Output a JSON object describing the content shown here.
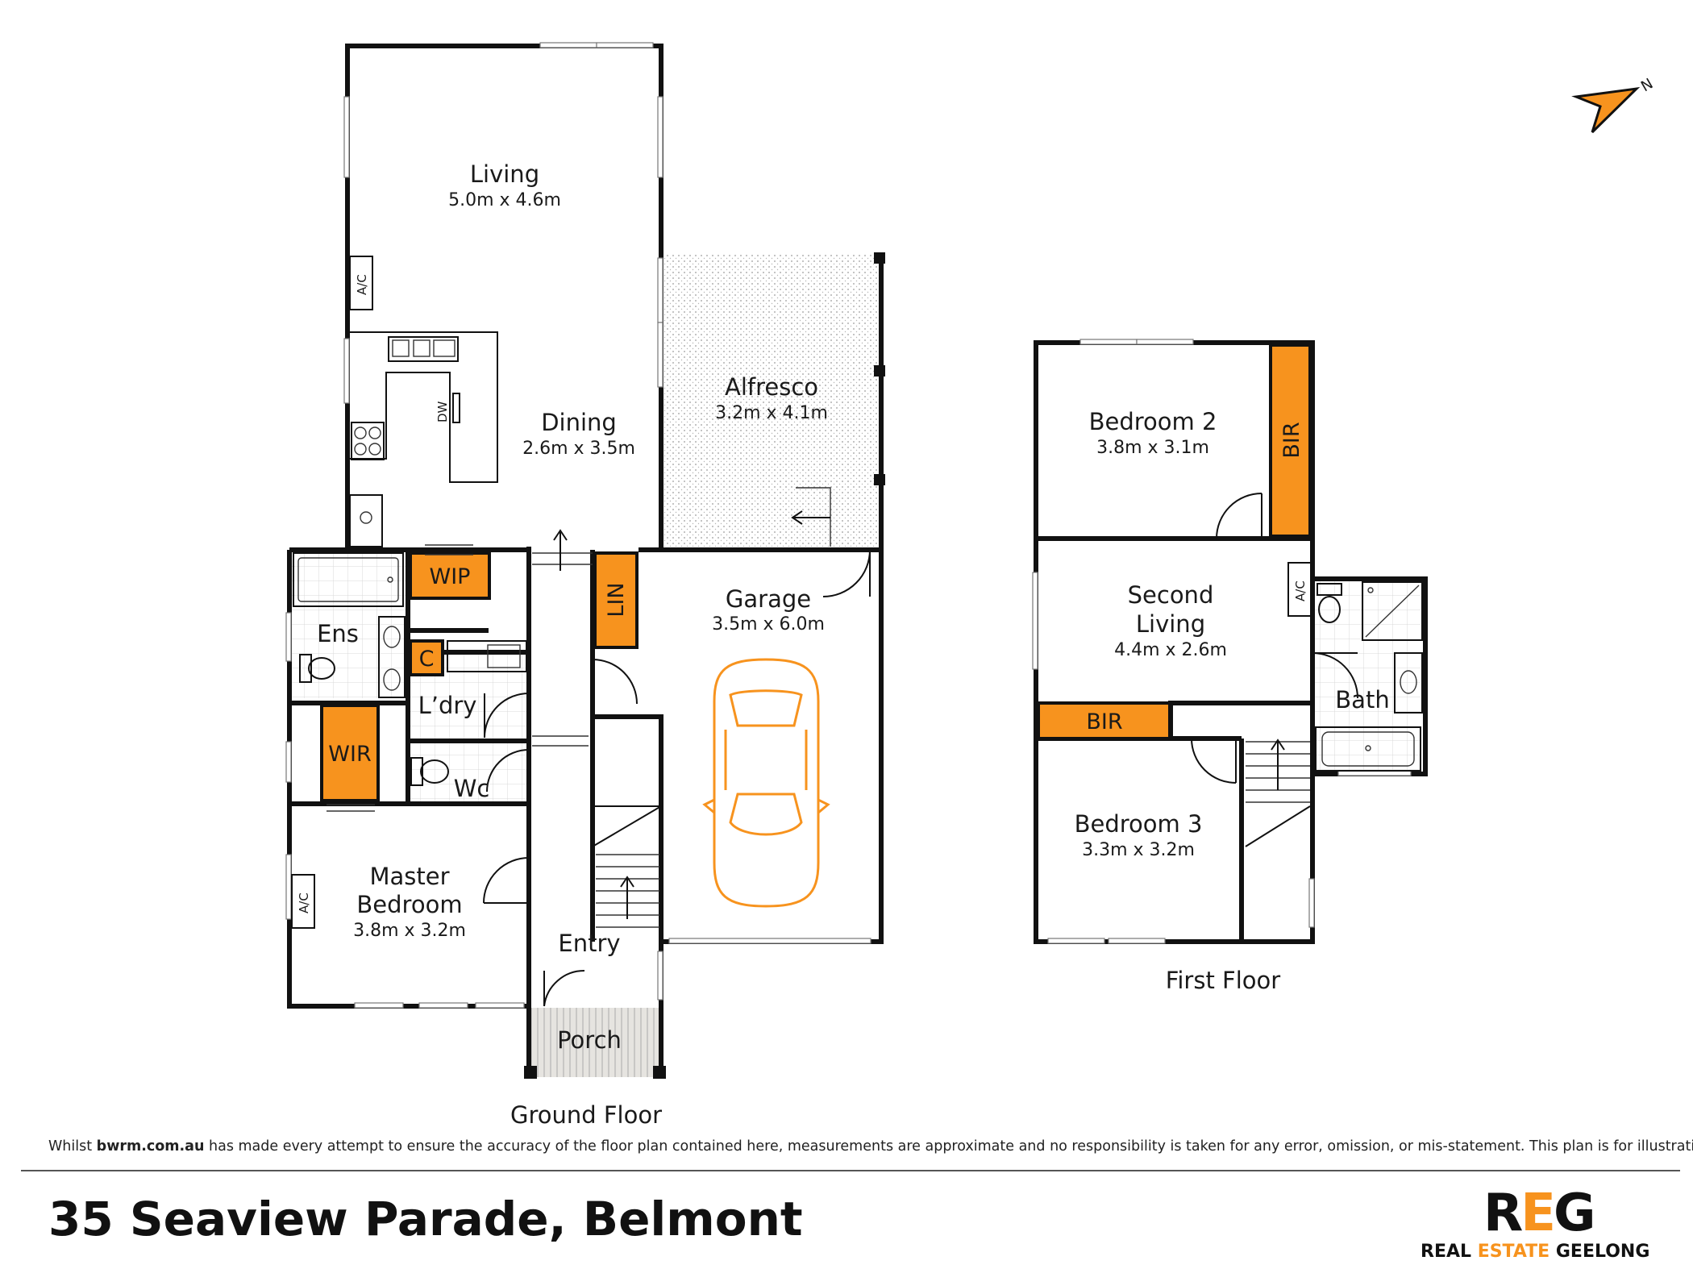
{
  "ground_floor": {
    "title": "Ground Floor",
    "rooms": {
      "living": {
        "name": "Living",
        "dims": "5.0m x 4.6m"
      },
      "dining": {
        "name": "Dining",
        "dims": "2.6m x 3.5m"
      },
      "alfresco": {
        "name": "Alfresco",
        "dims": "3.2m x 4.1m"
      },
      "garage": {
        "name": "Garage",
        "dims": "3.5m x 6.0m"
      },
      "master_bedroom": {
        "name_line1": "Master",
        "name_line2": "Bedroom",
        "dims": "3.8m x 3.2m"
      },
      "ensuite": {
        "name": "Ens"
      },
      "laundry": {
        "name": "L’dry"
      },
      "wc": {
        "name": "Wc"
      },
      "entry": {
        "name": "Entry"
      },
      "porch": {
        "name": "Porch"
      }
    },
    "storage": {
      "wip": "WIP",
      "lin": "LIN",
      "c": "C",
      "wir": "WIR"
    },
    "fixtures": {
      "ac_living": "A/C",
      "ac_master": "A/C",
      "dw": "DW"
    }
  },
  "first_floor": {
    "title": "First Floor",
    "rooms": {
      "bedroom2": {
        "name": "Bedroom 2",
        "dims": "3.8m x 3.1m"
      },
      "second_living": {
        "name_line1": "Second",
        "name_line2": "Living",
        "dims": "4.4m x 2.6m"
      },
      "bedroom3": {
        "name": "Bedroom 3",
        "dims": "3.3m x 3.2m"
      },
      "bath": {
        "name": "Bath"
      }
    },
    "storage": {
      "bir_bed2": "BIR",
      "bir_bed3": "BIR"
    },
    "fixtures": {
      "ac": "A/C"
    }
  },
  "compass": {
    "label": "N"
  },
  "footer": {
    "disclaimer_pre": "Whilst ",
    "disclaimer_site": "bwrm.com.au",
    "disclaimer_post": " has made every attempt to ensure the accuracy of the floor plan contained here, measurements are approximate and no responsibility is taken for any error, omission, or mis-statement. This plan is for illustrative purposes only.",
    "address": "35 Seaview Parade, Belmont",
    "logo_r": "R",
    "logo_e": "E",
    "logo_g": "G",
    "logo_line_a": "REAL ",
    "logo_line_b": "ESTATE",
    "logo_line_c": " GEELONG"
  },
  "colors": {
    "accent": "#f7931e",
    "wall": "#111111",
    "text": "#1a1a1a"
  }
}
